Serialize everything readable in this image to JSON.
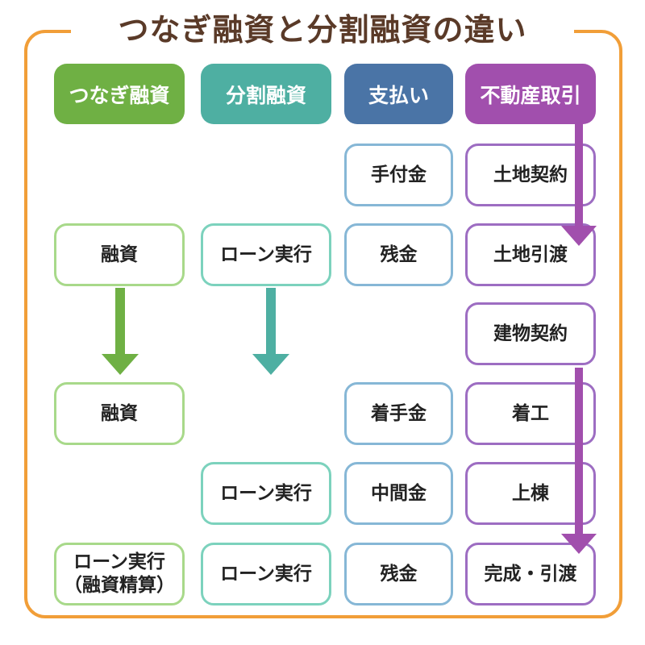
{
  "title": "つなぎ融資と分割融資の違い",
  "headers": {
    "tsunagi": "つなぎ融資",
    "bunkatsu": "分割融資",
    "shiharai": "支払い",
    "fudosan": "不動産取引"
  },
  "tsunagi": {
    "row1": "融資",
    "row2": "融資",
    "row3_line1": "ローン実行",
    "row3_line2": "（融資精算）"
  },
  "bunkatsu": {
    "row1": "ローン実行",
    "row2": "ローン実行",
    "row3": "ローン実行"
  },
  "shiharai": {
    "r1": "手付金",
    "r2": "残金",
    "r3": "着手金",
    "r4": "中間金",
    "r5": "残金"
  },
  "fudosan": {
    "r1": "土地契約",
    "r2": "土地引渡",
    "r3": "建物契約",
    "r4": "着工",
    "r5": "上棟",
    "r6": "完成・引渡"
  },
  "colors": {
    "frame": "#f19e38",
    "title": "#5a3a28",
    "tsunagi": "#6fb044",
    "bunkatsu": "#4eafa2",
    "shiharai": "#4a74a6",
    "fudosan": "#a14fad"
  }
}
